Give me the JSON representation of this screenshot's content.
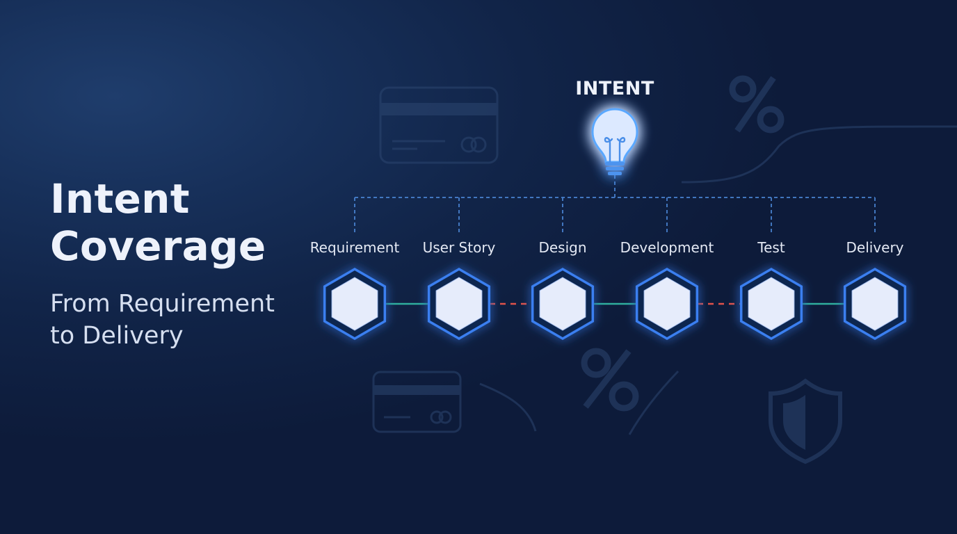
{
  "title": {
    "line1": "Intent",
    "line2": "Coverage"
  },
  "subtitle": {
    "line1": "From Requirement",
    "line2": "to Delivery"
  },
  "intent_label": "INTENT",
  "stages": [
    {
      "label": "Requirement"
    },
    {
      "label": "User Story"
    },
    {
      "label": "Design"
    },
    {
      "label": "Development"
    },
    {
      "label": "Test"
    },
    {
      "label": "Delivery"
    }
  ],
  "connectors": [
    {
      "style": "solid",
      "color": "#2fae9d"
    },
    {
      "style": "dashed",
      "color": "#e0524a"
    },
    {
      "style": "solid",
      "color": "#2fae9d"
    },
    {
      "style": "dashed",
      "color": "#e0524a"
    },
    {
      "style": "solid",
      "color": "#2fae9d"
    }
  ],
  "background_icons": [
    {
      "icon": "credit-card-icon"
    },
    {
      "icon": "percent-icon"
    },
    {
      "icon": "credit-card-icon"
    },
    {
      "icon": "percent-icon"
    },
    {
      "icon": "shield-icon"
    }
  ],
  "colors": {
    "accent": "#3a7ff0",
    "node_fill": "#e6ecfb",
    "node_dark": "#102650",
    "bulb_glow": "#5aa8ff",
    "tree_line": "#4b86d6"
  }
}
